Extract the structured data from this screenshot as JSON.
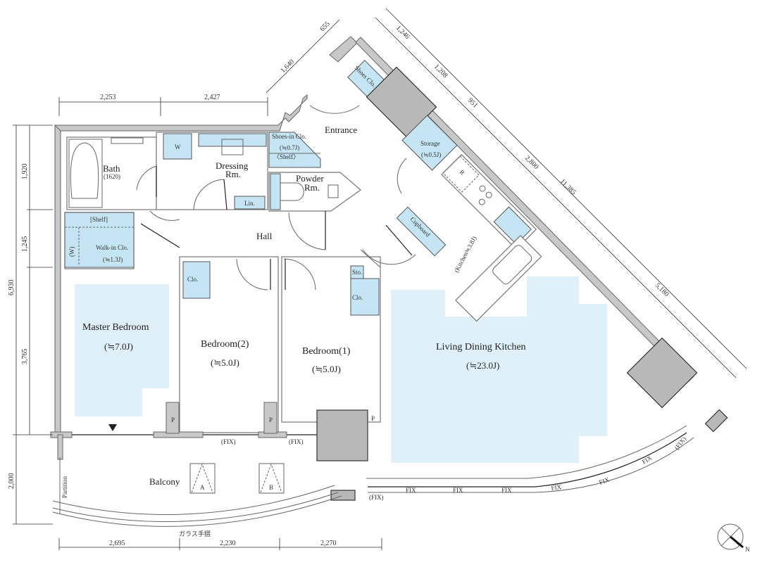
{
  "rooms": {
    "entrance": "Entrance",
    "shoes_clo": "Shoes Clo.",
    "storage": "Storage",
    "storage_size": "(≒0.5J)",
    "shoes_in_clo": "Shoes-in Clo.",
    "shoes_in_size": "(≒0.7J)",
    "shoes_in_shelf": "〈Shelf〉",
    "bath": "Bath",
    "bath_size": "(1620)",
    "w": "W",
    "dressing_1": "Dressing",
    "dressing_2": "Rm.",
    "lin": "Lin.",
    "powder_1": "Powder",
    "powder_2": "Rm.",
    "hall": "Hall",
    "wic_shelf": "[Shelf]",
    "wic_w": "(W)",
    "wic": "Walk-in Clo.",
    "wic_size": "(≒1.3J)",
    "master": "Master Bedroom",
    "master_size": "(≒7.0J)",
    "bed2": "Bedroom(2)",
    "bed2_size": "(≒5.0J)",
    "bed1": "Bedroom(1)",
    "bed1_size": "(≒5.0J)",
    "clo": "Clo.",
    "sto": "Sto.",
    "ldk": "Living Dining Kitchen",
    "ldk_size": "(≒23.0J)",
    "kitchen": "(Kitchen≒3.8J)",
    "cupboard": "Cupboard",
    "fridge": "R",
    "balcony": "Balcony",
    "partition": "Partition",
    "railing": "ガラス手摺",
    "unit_a": "A",
    "unit_b": "B",
    "p": "P",
    "fix": "FIX",
    "fix_paren": "(FIX)",
    "north": "N"
  },
  "dimensions": {
    "top": [
      "2,253",
      "2,427"
    ],
    "left": [
      "1,920",
      "1,245",
      "3,765",
      "6,930",
      "2,000"
    ],
    "bottom": [
      "2,695",
      "2,230",
      "2,270"
    ],
    "entrance": [
      "1,640",
      "655"
    ],
    "diagonal": [
      "1,246",
      "1,208",
      "951",
      "2,800",
      "11,385",
      "5,180"
    ]
  }
}
